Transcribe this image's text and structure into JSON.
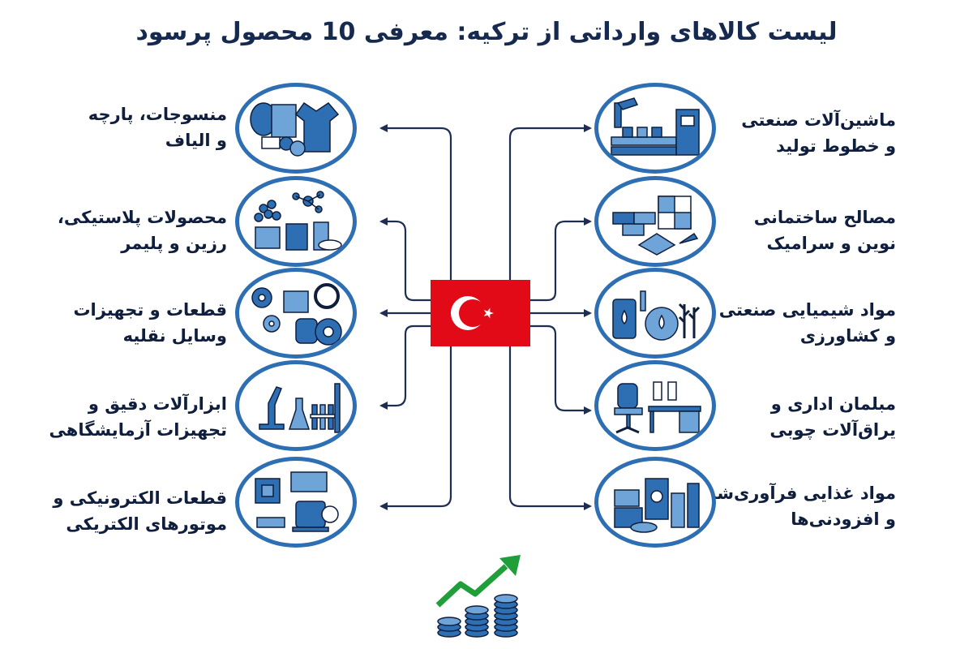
{
  "title": "لیست کالاهای وارداتی از ترکیه: معرفی 10 محصول پرسود",
  "colors": {
    "accent": "#2e6fb3",
    "line": "#1e2e52",
    "flag_red": "#e30a17",
    "growth_green": "#1f9e3a"
  },
  "left_items": [
    {
      "line1": "منسوجات، پارچه",
      "line2": "و الیاف",
      "icon": "textile-icon"
    },
    {
      "line1": "محصولات پلاستیکی،",
      "line2": "رزین و پلیمر",
      "icon": "plastic-polymer-icon"
    },
    {
      "line1": "قطعات و تجهیزات",
      "line2": "وسایل نقلیه",
      "icon": "auto-parts-icon"
    },
    {
      "line1": "ابزارآلات دقیق و",
      "line2": "تجهیزات آزمایشگاهی",
      "icon": "lab-equipment-icon"
    },
    {
      "line1": "قطعات الکترونیکی و",
      "line2": "موتورهای الکتریکی",
      "icon": "electronics-motor-icon"
    }
  ],
  "right_items": [
    {
      "line1": "ماشین‌آلات صنعتی",
      "line2": "و خطوط تولید",
      "icon": "industrial-machinery-icon"
    },
    {
      "line1": "مصالح ساختمانی",
      "line2": "نوین و سرامیک",
      "icon": "building-materials-icon"
    },
    {
      "line1": "مواد شیمیایی صنعتی",
      "line2": "و کشاورزی",
      "icon": "chemicals-agriculture-icon"
    },
    {
      "line1": "مبلمان اداری و",
      "line2": "یراق‌آلات چوبی",
      "icon": "office-furniture-icon"
    },
    {
      "line1": "مواد غذایی فرآوری‌شده",
      "line2": "و افزودنی‌ها",
      "icon": "processed-food-icon"
    }
  ],
  "center_icon": "turkey-flag-icon",
  "footer_icon": "growth-coins-icon"
}
